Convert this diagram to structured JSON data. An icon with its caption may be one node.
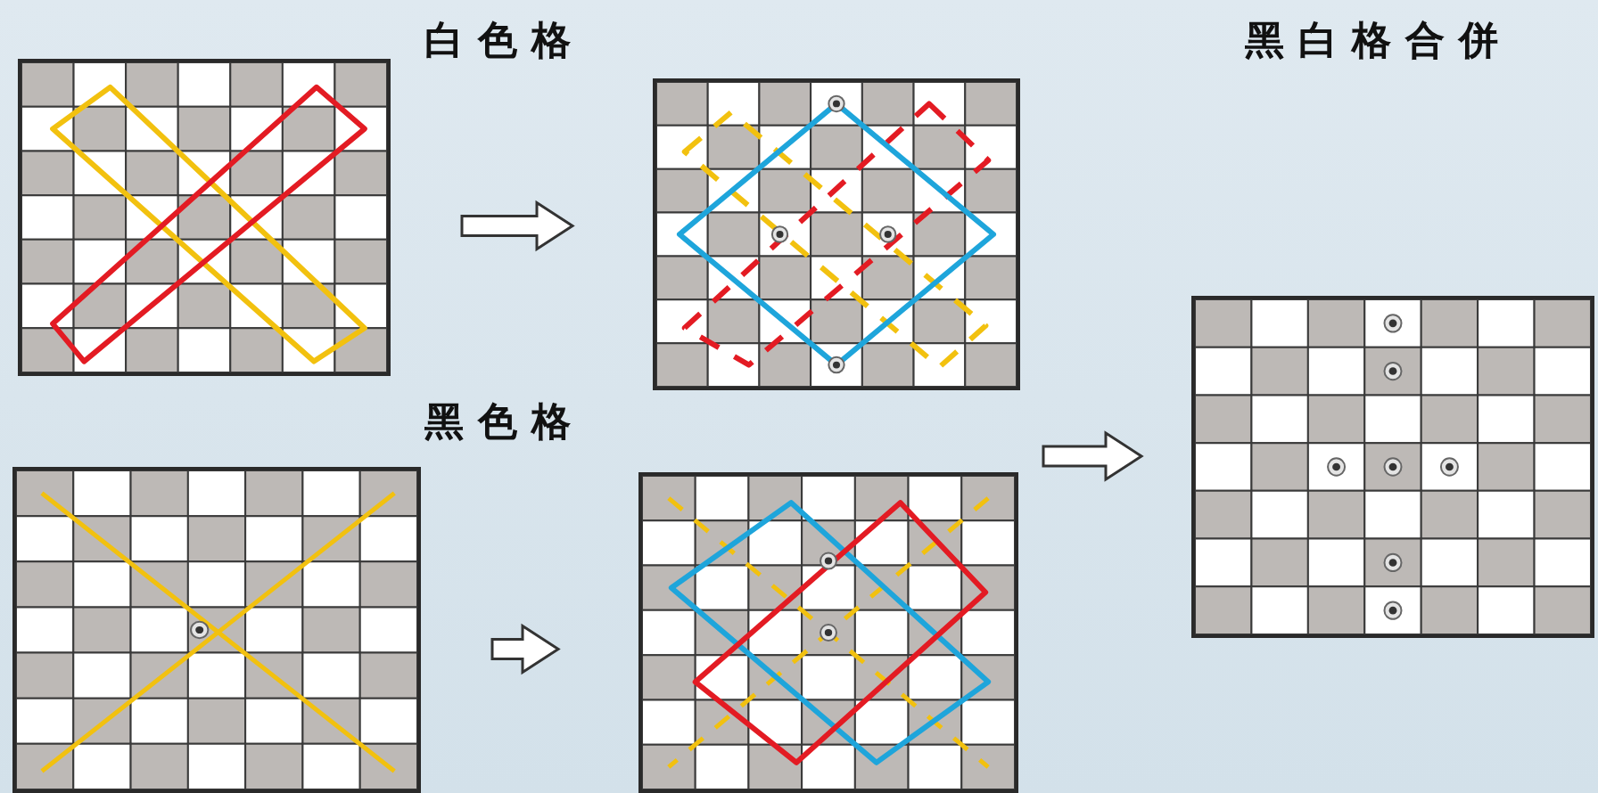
{
  "diagram": {
    "nodes": [
      {
        "text": [],
        "shape": "box"
      },
      {
        "text": [],
        "shape": "box"
      },
      {
        "text": [],
        "shape": "box"
      },
      {
        "text": [],
        "shape": "box"
      },
      {
        "text": [],
        "shape": "box"
      }
    ],
    "edges": [
      {
        "from": 0,
        "to": 1,
        "arrow": "to"
      },
      {
        "from": 3,
        "to": 4,
        "arrow": "to"
      },
      {
        "from": 1,
        "to": 2,
        "arrow": "to"
      },
      {
        "from": 4,
        "to": 2,
        "arrow": "to"
      }
    ],
    "labels": [
      "白色格",
      "黑白格合併",
      "黑色格"
    ]
  }
}
